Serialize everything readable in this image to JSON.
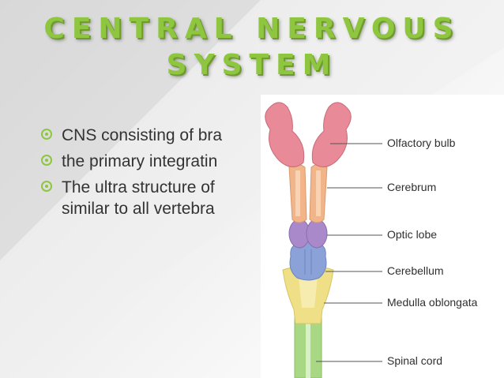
{
  "slide": {
    "title_line1": "CENTRAL NERVOUS",
    "title_line2": "SYSTEM",
    "title_color": "#8fc640",
    "bullets": [
      {
        "lines": [
          "CNS consisting of bra"
        ]
      },
      {
        "lines": [
          "the primary integratin"
        ]
      },
      {
        "lines": [
          "The ultra structure of",
          "similar to all vertebra"
        ]
      }
    ]
  },
  "figure": {
    "labels": [
      "Olfactory bulb",
      "Cerebrum",
      "Optic lobe",
      "Cerebellum",
      "Medulla oblongata",
      "Spinal cord"
    ],
    "colors": {
      "olfactory_bulb": "#e88a97",
      "cerebrum": "#f2b589",
      "optic_lobe": "#a989c9",
      "cerebellum": "#8aa2d8",
      "medulla": "#efe087",
      "spinal_cord": "#a9d884"
    }
  }
}
